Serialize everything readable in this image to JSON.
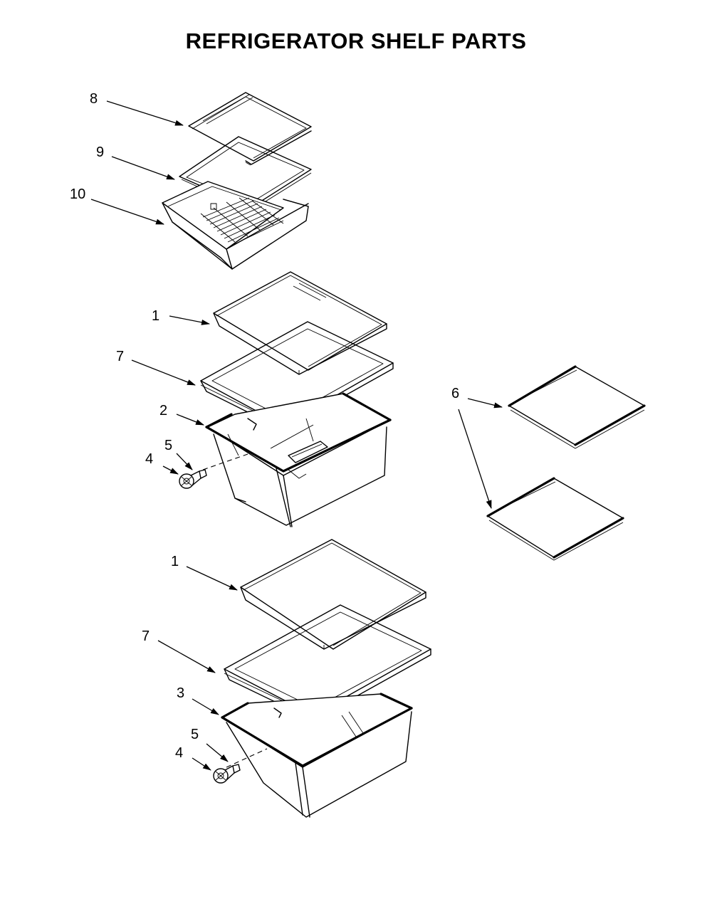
{
  "title": "REFRIGERATOR SHELF PARTS",
  "callouts": {
    "c8": "8",
    "c9": "9",
    "c10": "10",
    "c1a": "1",
    "c7a": "7",
    "c2": "2",
    "c5a": "5",
    "c4a": "4",
    "c6": "6",
    "c1b": "1",
    "c7b": "7",
    "c3": "3",
    "c5b": "5",
    "c4b": "4"
  }
}
